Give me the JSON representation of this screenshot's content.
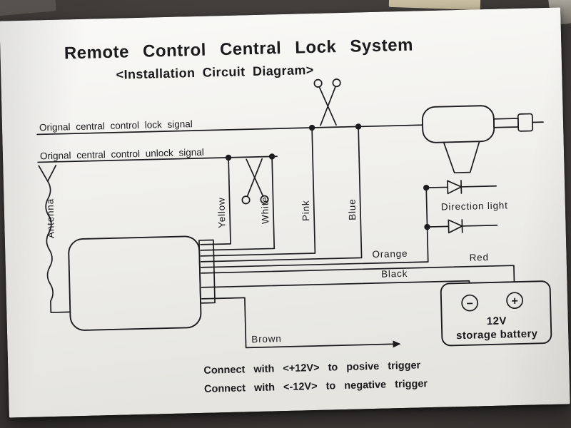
{
  "title": "Remote Control Central Lock System",
  "subtitle": "<Installation Circuit Diagram>",
  "signal_labels": {
    "lock": "Orignal central control lock signal",
    "unlock": "Orignal central control unlock signal"
  },
  "wires": {
    "antenna": "Antenna",
    "yellow": "Yellow",
    "white": "White",
    "pink": "Pink",
    "blue": "Blue",
    "orange": "Orange",
    "red": "Red",
    "black": "Black",
    "brown": "Brown"
  },
  "direction_light": "Direction light",
  "battery": {
    "line1": "12V",
    "line2": "storage battery",
    "minus": "−",
    "plus": "+"
  },
  "notes": {
    "positive": "Connect with <+12V> to posive trigger",
    "negative": "Connect with <-12V> to negative trigger"
  },
  "colors": {
    "ink": "#1c1c1f",
    "paper": "#f3f2ed",
    "desk": "#3b3835"
  }
}
